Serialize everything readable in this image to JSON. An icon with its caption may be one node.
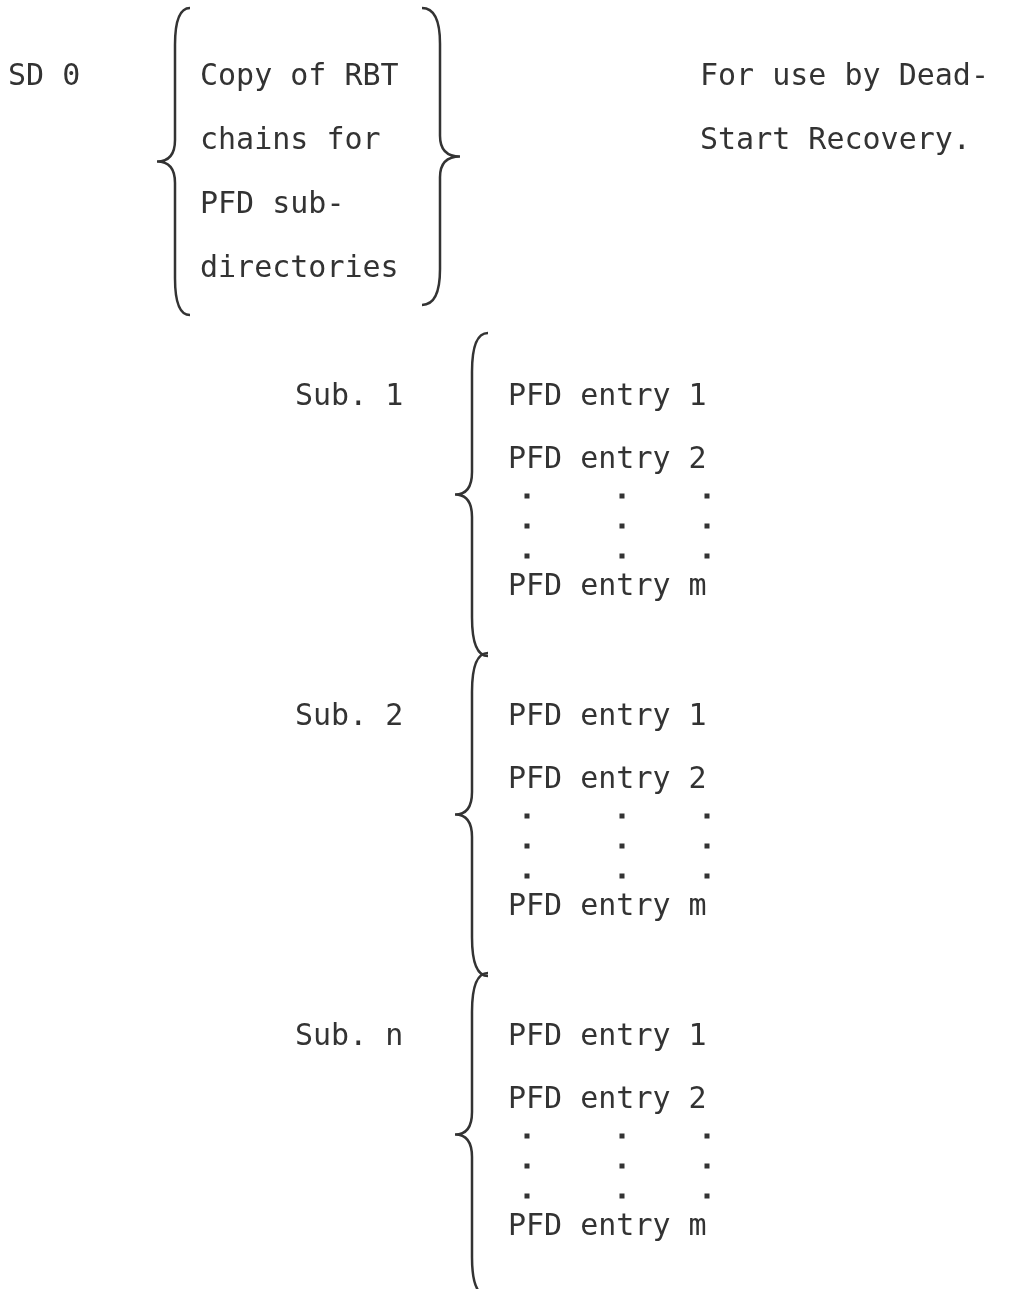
{
  "diagram": {
    "labels": [
      "SD 0",
      "Copy of RBT",
      "chains for",
      "PFD sub-",
      "directories",
      "For use by Dead-",
      "Start Recovery.",
      "Sub. 1",
      "PFD entry 1",
      "PFD entry 2",
      "PFD entry m",
      "Sub. 2",
      "PFD entry 1",
      "PFD entry 2",
      "PFD entry m",
      "Sub. n",
      "PFD entry 1",
      "PFD entry 2",
      "PFD entry m"
    ]
  }
}
